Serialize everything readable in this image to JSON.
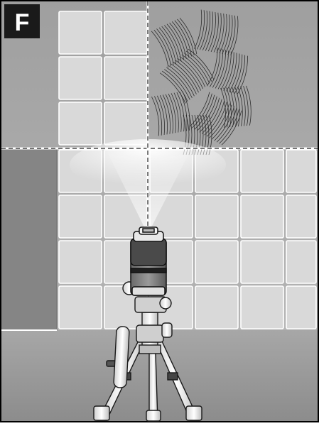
{
  "figure": {
    "badge_label": "F"
  },
  "colors": {
    "wall_upper": "#a9a9a9",
    "wall_lower_left": "#8a8a8a",
    "floor": "#9d9d9d",
    "tile": "#d9d9d9",
    "grout": "#ffffff",
    "laser_line": "#ffffff",
    "badge_bg": "#1a1a1a",
    "device_dark": "#3a3a3a"
  },
  "icons": {
    "badge": "letter-badge",
    "device": "line-laser-level",
    "stand": "tripod",
    "adhesive": "adhesive-comb-pattern"
  }
}
